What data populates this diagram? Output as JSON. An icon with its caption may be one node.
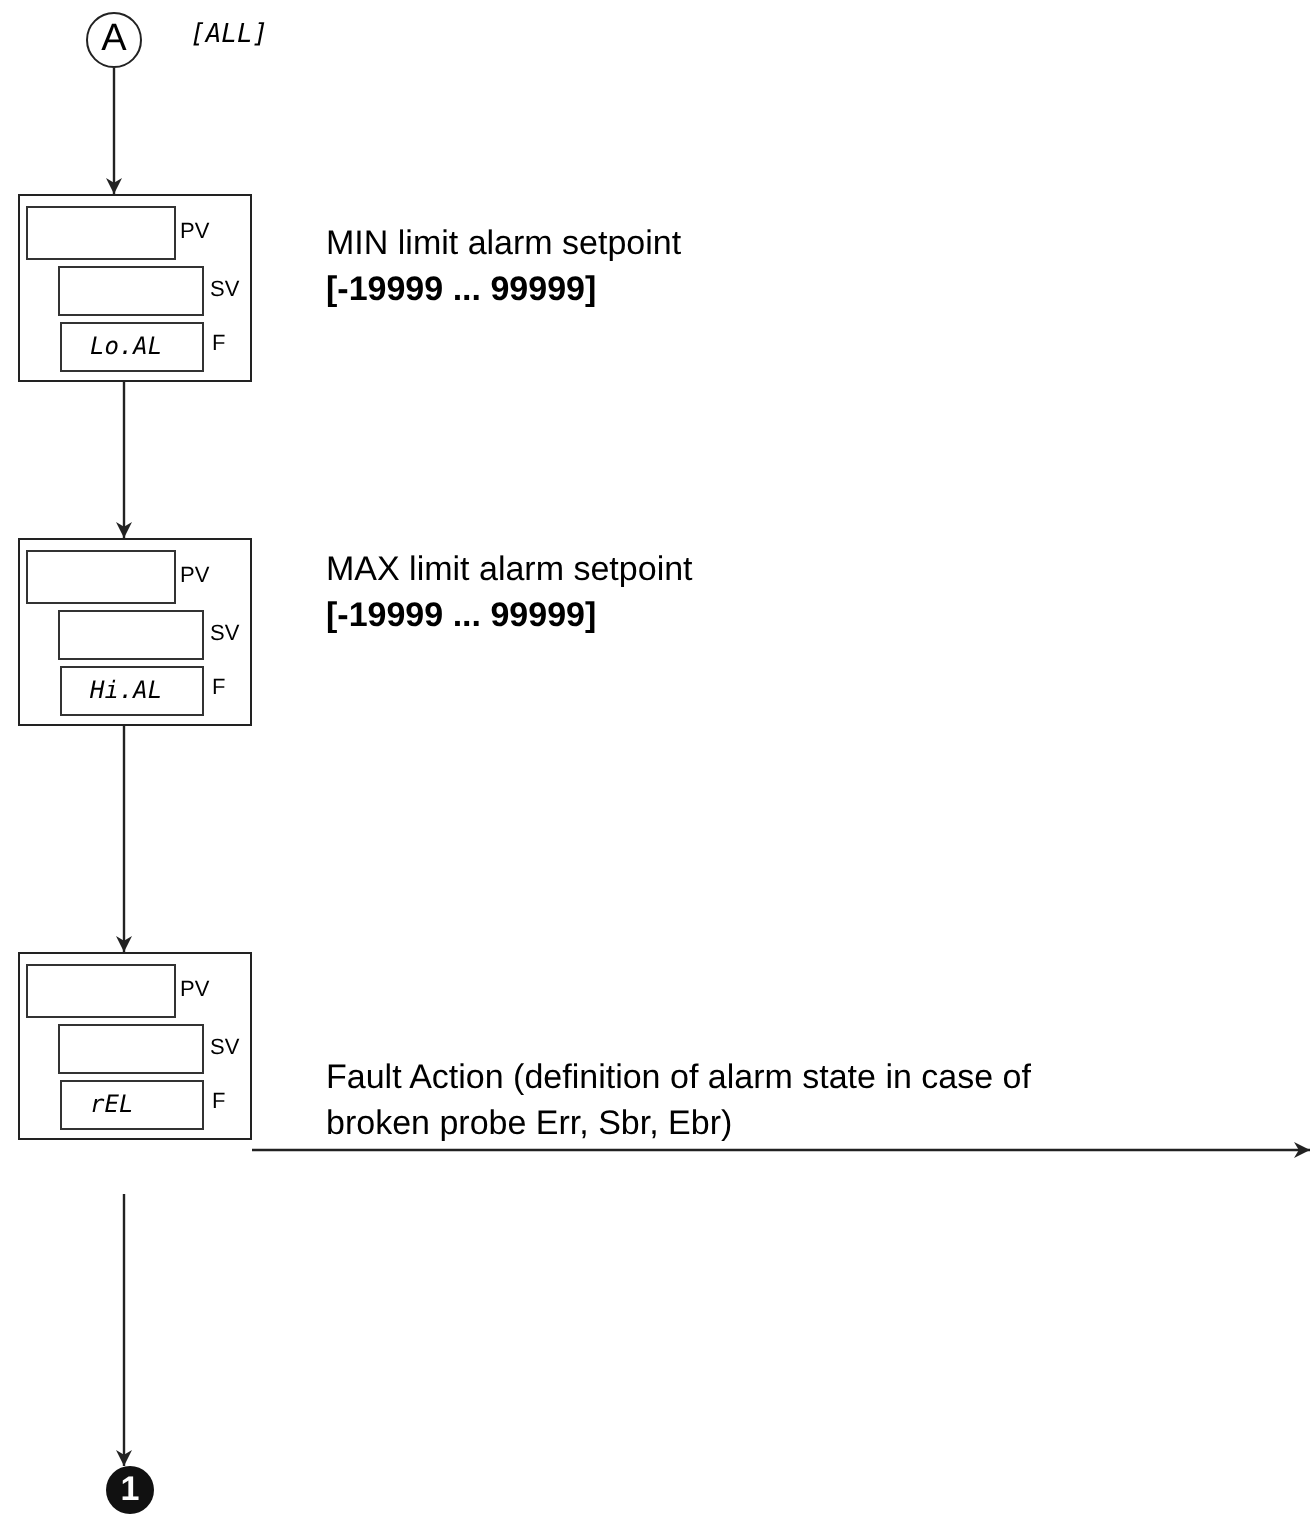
{
  "diagram": {
    "nodes": [
      {
        "text": [
          "A"
        ],
        "beside": [
          "[ALL]"
        ]
      },
      {
        "text": [
          "PV",
          "SV",
          "F"
        ],
        "beside": [
          "MIN limit alarm setpoint",
          "[-19999 ... 99999]"
        ]
      },
      {
        "text": [],
        "shape": "box",
        "in": 1
      },
      {
        "text": [],
        "shape": "box",
        "in": 1
      },
      {
        "text": [
          "Lo.AL"
        ],
        "in": 1
      },
      {
        "text": [
          "PV",
          "SV",
          "F"
        ],
        "beside": [
          "MAX limit alarm setpoint",
          "[-19999 ... 99999]"
        ]
      },
      {
        "text": [],
        "shape": "box",
        "in": 5
      },
      {
        "text": [],
        "shape": "box",
        "in": 5
      },
      {
        "text": [
          "Hi.AL"
        ],
        "in": 5
      },
      {
        "text": [
          "PV",
          "SV",
          "F"
        ],
        "beside": [
          "Fault Action (definition of alarm state in case of broken probe Err, Sbr, Ebr)"
        ]
      },
      {
        "text": [],
        "shape": "box",
        "in": 9
      },
      {
        "text": [],
        "shape": "box",
        "in": 9
      },
      {
        "text": [
          "rEL"
        ],
        "in": 9
      },
      {
        "text": [
          "1"
        ]
      }
    ],
    "edges": [
      {
        "from": 0,
        "to": 1,
        "arrow": "to"
      },
      {
        "from": 1,
        "to": 5,
        "arrow": "to"
      },
      {
        "from": 5,
        "to": 9,
        "arrow": "to"
      },
      {
        "from": 9,
        "to": 13,
        "arrow": "to"
      },
      {
        "from": 9,
        "to": null,
        "arrow": "to"
      }
    ]
  }
}
